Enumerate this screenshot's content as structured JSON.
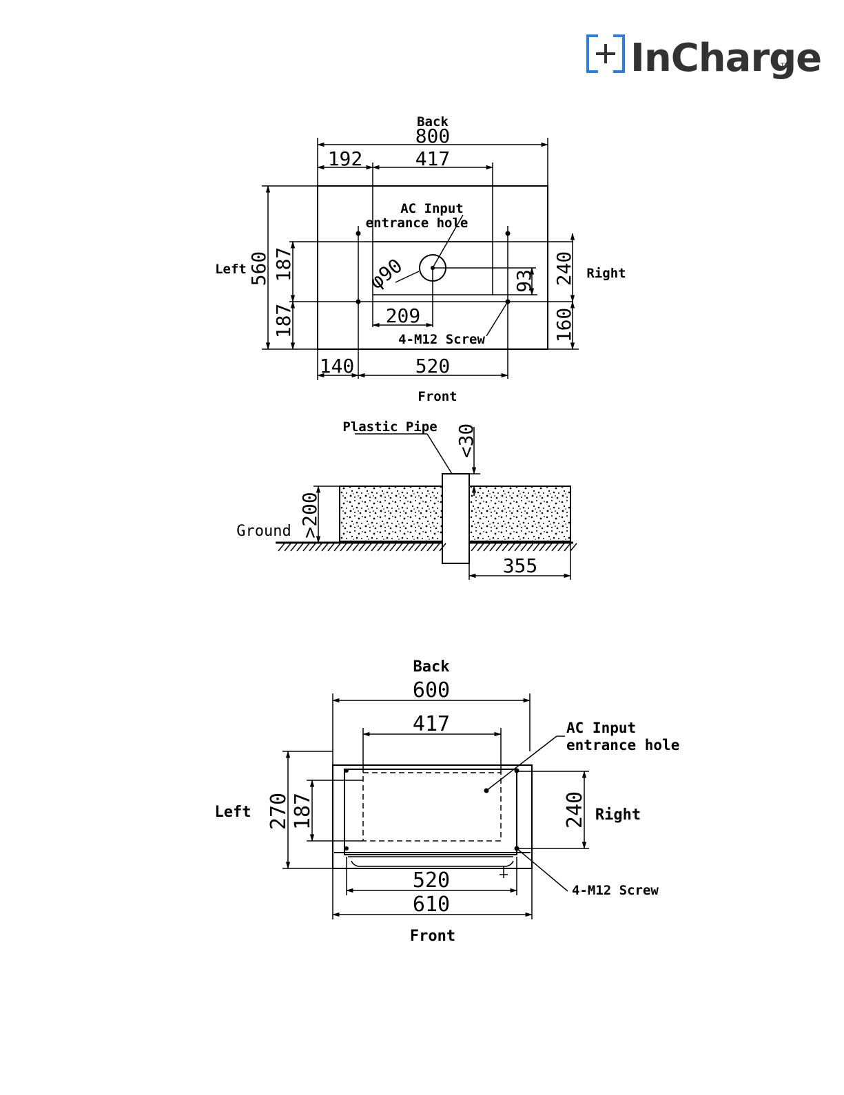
{
  "brand": {
    "name": "InCharge",
    "tm": "TM",
    "accent_color": "#2e7de0",
    "text_color": "#333333",
    "icon": "plus-box-icon"
  },
  "top_view": {
    "back": "Back",
    "front": "Front",
    "left": "Left",
    "right": "Right",
    "dim_800": "800",
    "dim_192": "192",
    "dim_417": "417",
    "dim_560": "560",
    "dim_187a": "187",
    "dim_187b": "187",
    "dim_240": "240",
    "dim_160": "160",
    "dim_93": "93",
    "dim_209": "209",
    "dim_140": "140",
    "dim_520": "520",
    "hole_dia": "φ90",
    "ac_input_1": "AC Input",
    "ac_input_2": "entrance hole",
    "screw": "4-M12 Screw"
  },
  "section_view": {
    "plastic_pipe": "Plastic Pipe",
    "dim_30": "<30",
    "dim_200": ">200",
    "ground": "Ground",
    "dim_355": "355"
  },
  "bottom_view": {
    "back": "Back",
    "front": "Front",
    "left": "Left",
    "right": "Right",
    "dim_600": "600",
    "dim_417": "417",
    "dim_270": "270",
    "dim_187": "187",
    "dim_240": "240",
    "dim_520": "520",
    "dim_610": "610",
    "ac_input_1": "AC Input",
    "ac_input_2": "entrance hole",
    "screw": "4-M12 Screw"
  }
}
